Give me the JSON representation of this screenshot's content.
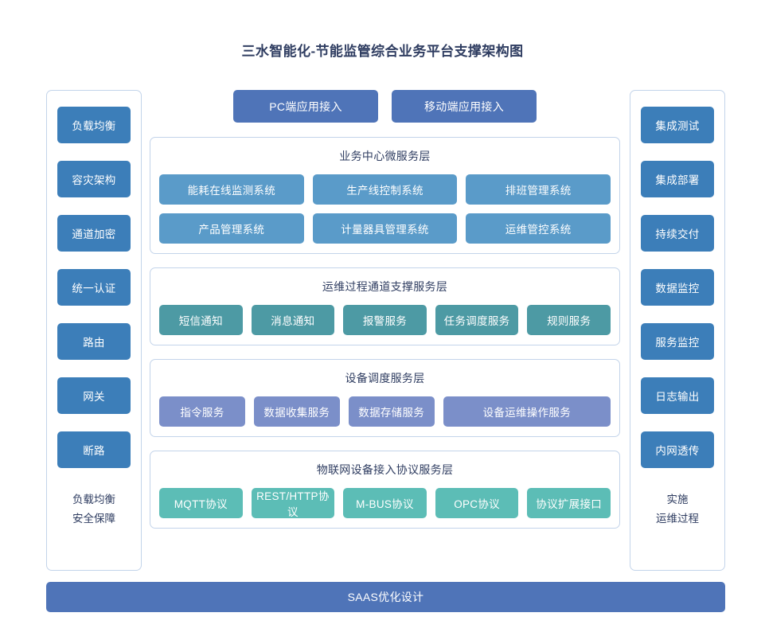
{
  "header": {
    "title": "三水智能化-节能监管综合业务平台支撑架构图"
  },
  "colors": {
    "sidebar_button": "#3c7eb9",
    "access_button": "#4f74b8",
    "business_item": "#5a9bc9",
    "ops_item": "#4d9aa4",
    "device_item": "#7b8fc9",
    "protocol_item": "#5cbdb6",
    "layer_border": "#c3d4ea",
    "title_text": "#2f3d61",
    "saas_bar": "#4f74b8"
  },
  "left_column": {
    "items": [
      {
        "label": "负载均衡"
      },
      {
        "label": "容灾架构"
      },
      {
        "label": "通道加密"
      },
      {
        "label": "统一认证"
      },
      {
        "label": "路由"
      },
      {
        "label": "网关"
      },
      {
        "label": "断路"
      }
    ],
    "footer_line1": "负载均衡",
    "footer_line2": "安全保障"
  },
  "right_column": {
    "items": [
      {
        "label": "集成测试"
      },
      {
        "label": "集成部署"
      },
      {
        "label": "持续交付"
      },
      {
        "label": "数据监控"
      },
      {
        "label": "服务监控"
      },
      {
        "label": "日志输出"
      },
      {
        "label": "内网透传"
      }
    ],
    "footer_line1": "实施",
    "footer_line2": "运维过程"
  },
  "access_row": {
    "items": [
      {
        "label": "PC端应用接入"
      },
      {
        "label": "移动端应用接入"
      }
    ]
  },
  "layers": [
    {
      "title": "业务中心微服务层",
      "rows": [
        [
          {
            "label": "能耗在线监测系统"
          },
          {
            "label": "生产线控制系统"
          },
          {
            "label": "排班管理系统"
          }
        ],
        [
          {
            "label": "产品管理系统"
          },
          {
            "label": "计量器具管理系统"
          },
          {
            "label": "运维管控系统"
          }
        ]
      ]
    },
    {
      "title": "运维过程通道支撑服务层",
      "rows": [
        [
          {
            "label": "短信通知"
          },
          {
            "label": "消息通知"
          },
          {
            "label": "报警服务"
          },
          {
            "label": "任务调度服务"
          },
          {
            "label": "规则服务"
          }
        ]
      ]
    },
    {
      "title": "设备调度服务层",
      "rows": [
        [
          {
            "label": "指令服务"
          },
          {
            "label": "数据收集服务"
          },
          {
            "label": "数据存储服务"
          },
          {
            "label": "设备运维操作服务",
            "wide": true
          }
        ]
      ]
    },
    {
      "title": "物联网设备接入协议服务层",
      "rows": [
        [
          {
            "label": "MQTT协议"
          },
          {
            "label": "REST/HTTP协议"
          },
          {
            "label": "M-BUS协议"
          },
          {
            "label": "OPC协议"
          },
          {
            "label": "协议扩展接口"
          }
        ]
      ]
    }
  ],
  "footer": {
    "saas_label": "SAAS优化设计"
  }
}
